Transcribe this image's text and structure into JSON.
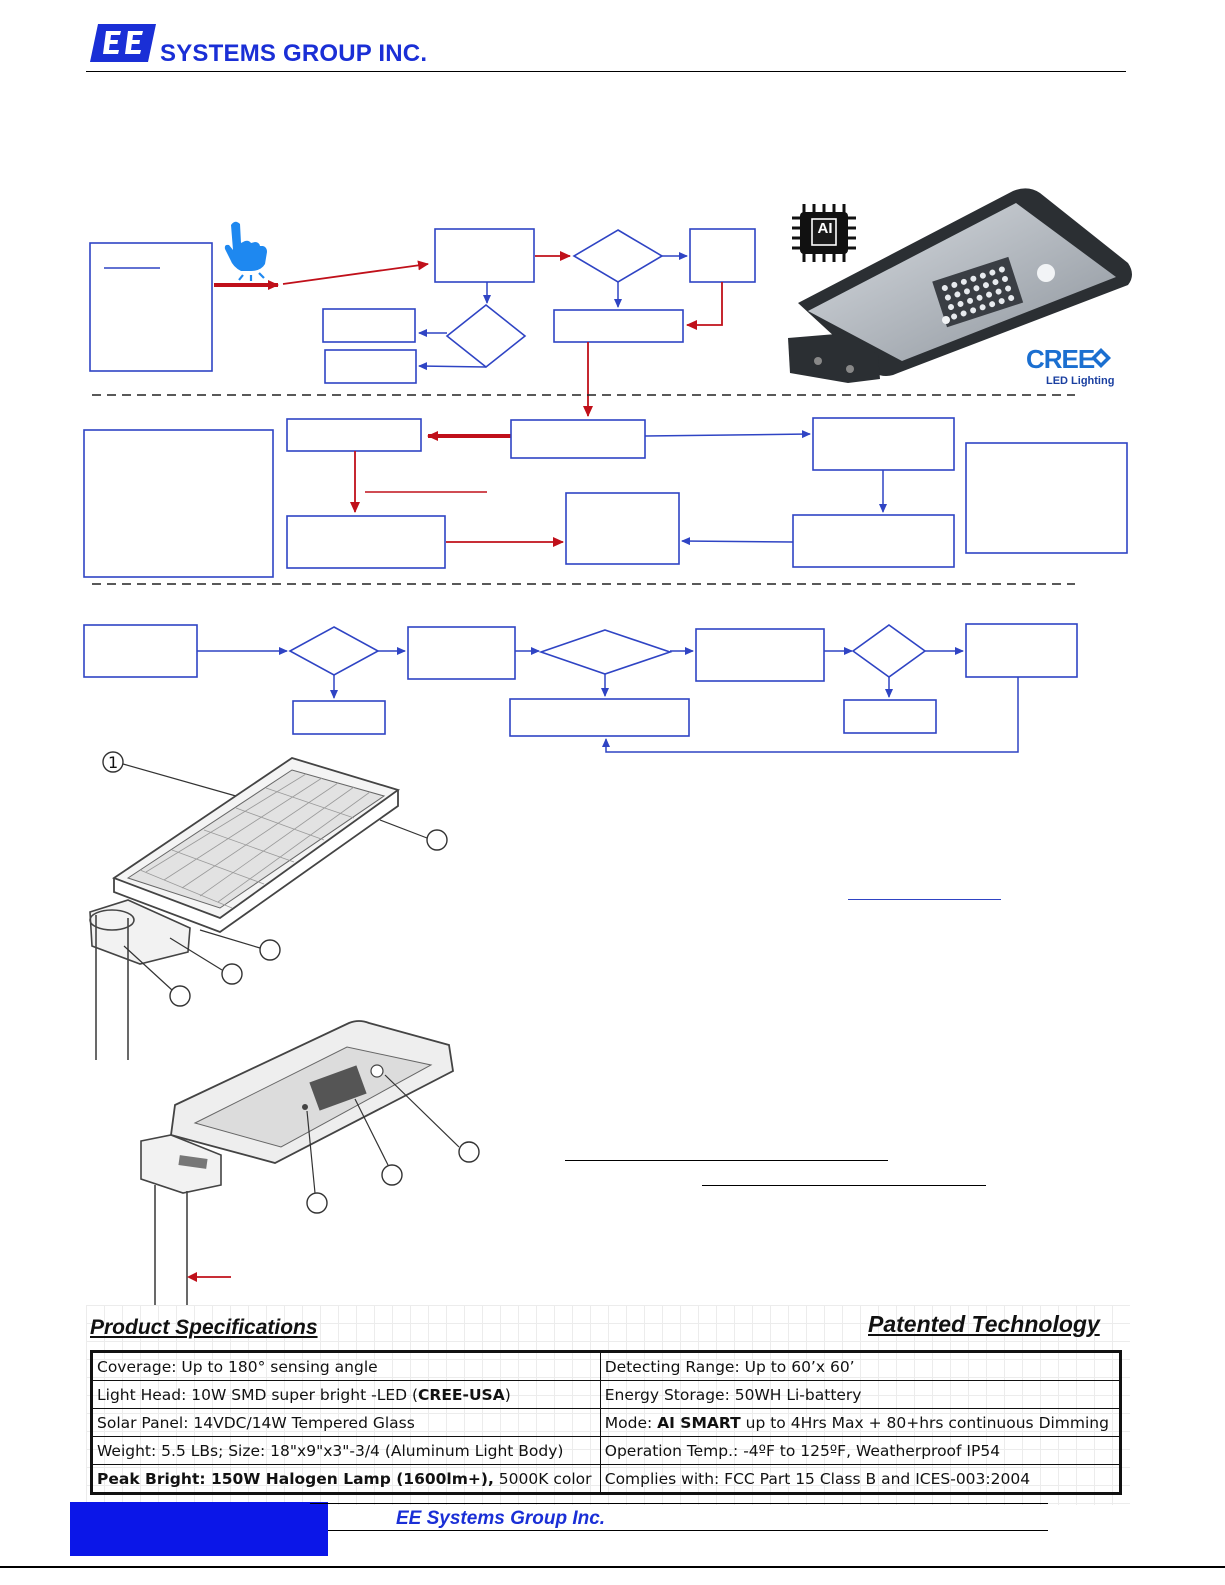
{
  "header": {
    "company_name": "SYSTEMS GROUP INC.",
    "logo_mark": "EE"
  },
  "badges": {
    "ai_chip_label": "AI",
    "brand_name": "CREE",
    "brand_tagline": "LED Lighting"
  },
  "specs": {
    "title": "Product Specifications",
    "tagline": "Patented Technology",
    "rows": [
      {
        "left": [
          {
            "t": "Coverage: Up to 180° sensing angle",
            "b": false
          }
        ],
        "right": [
          {
            "t": "Detecting Range: Up to 60’x 60’",
            "b": false
          }
        ]
      },
      {
        "left": [
          {
            "t": "Light Head: 10W SMD super bright -LED (",
            "b": false
          },
          {
            "t": "CREE-USA",
            "b": true
          },
          {
            "t": ")",
            "b": false
          }
        ],
        "right": [
          {
            "t": "Energy Storage: 50WH Li-battery",
            "b": false
          }
        ]
      },
      {
        "left": [
          {
            "t": "Solar Panel: 14VDC/14W Tempered Glass",
            "b": false
          }
        ],
        "right": [
          {
            "t": "Mode: ",
            "b": false
          },
          {
            "t": "AI SMART",
            "b": true
          },
          {
            "t": " up to 4Hrs Max + 80+hrs continuous Dimming",
            "b": false
          }
        ]
      },
      {
        "left": [
          {
            "t": "Weight: 5.5 LBs; Size: 18\"x9\"x3\"-3/4 (Aluminum Light Body)",
            "b": false
          }
        ],
        "right": [
          {
            "t": "Operation Temp.: -4ºF to 125ºF, Weatherproof IP54",
            "b": false
          }
        ]
      },
      {
        "left": [
          {
            "t": "Peak Bright: 150W Halogen Lamp (1600lm+),",
            "b": true
          },
          {
            "t": " 5000K color",
            "b": false
          }
        ],
        "right": [
          {
            "t": "Complies with: FCC Part 15 Class B and ICES-003:2004",
            "b": false
          }
        ]
      }
    ]
  },
  "footer": {
    "company": "EE Systems Group Inc."
  },
  "colors": {
    "brand_blue": "#1a2fd6",
    "flow_blue": "#2f44c4",
    "flow_red": "#c0101a",
    "footer_band": "#0b16e8"
  },
  "icons": [
    "ee-logo-icon",
    "touch-hand-icon",
    "ai-chip-icon",
    "cree-logo-icon",
    "light-fixture-photo",
    "solar-light-diagram-top",
    "solar-light-diagram-bottom"
  ]
}
